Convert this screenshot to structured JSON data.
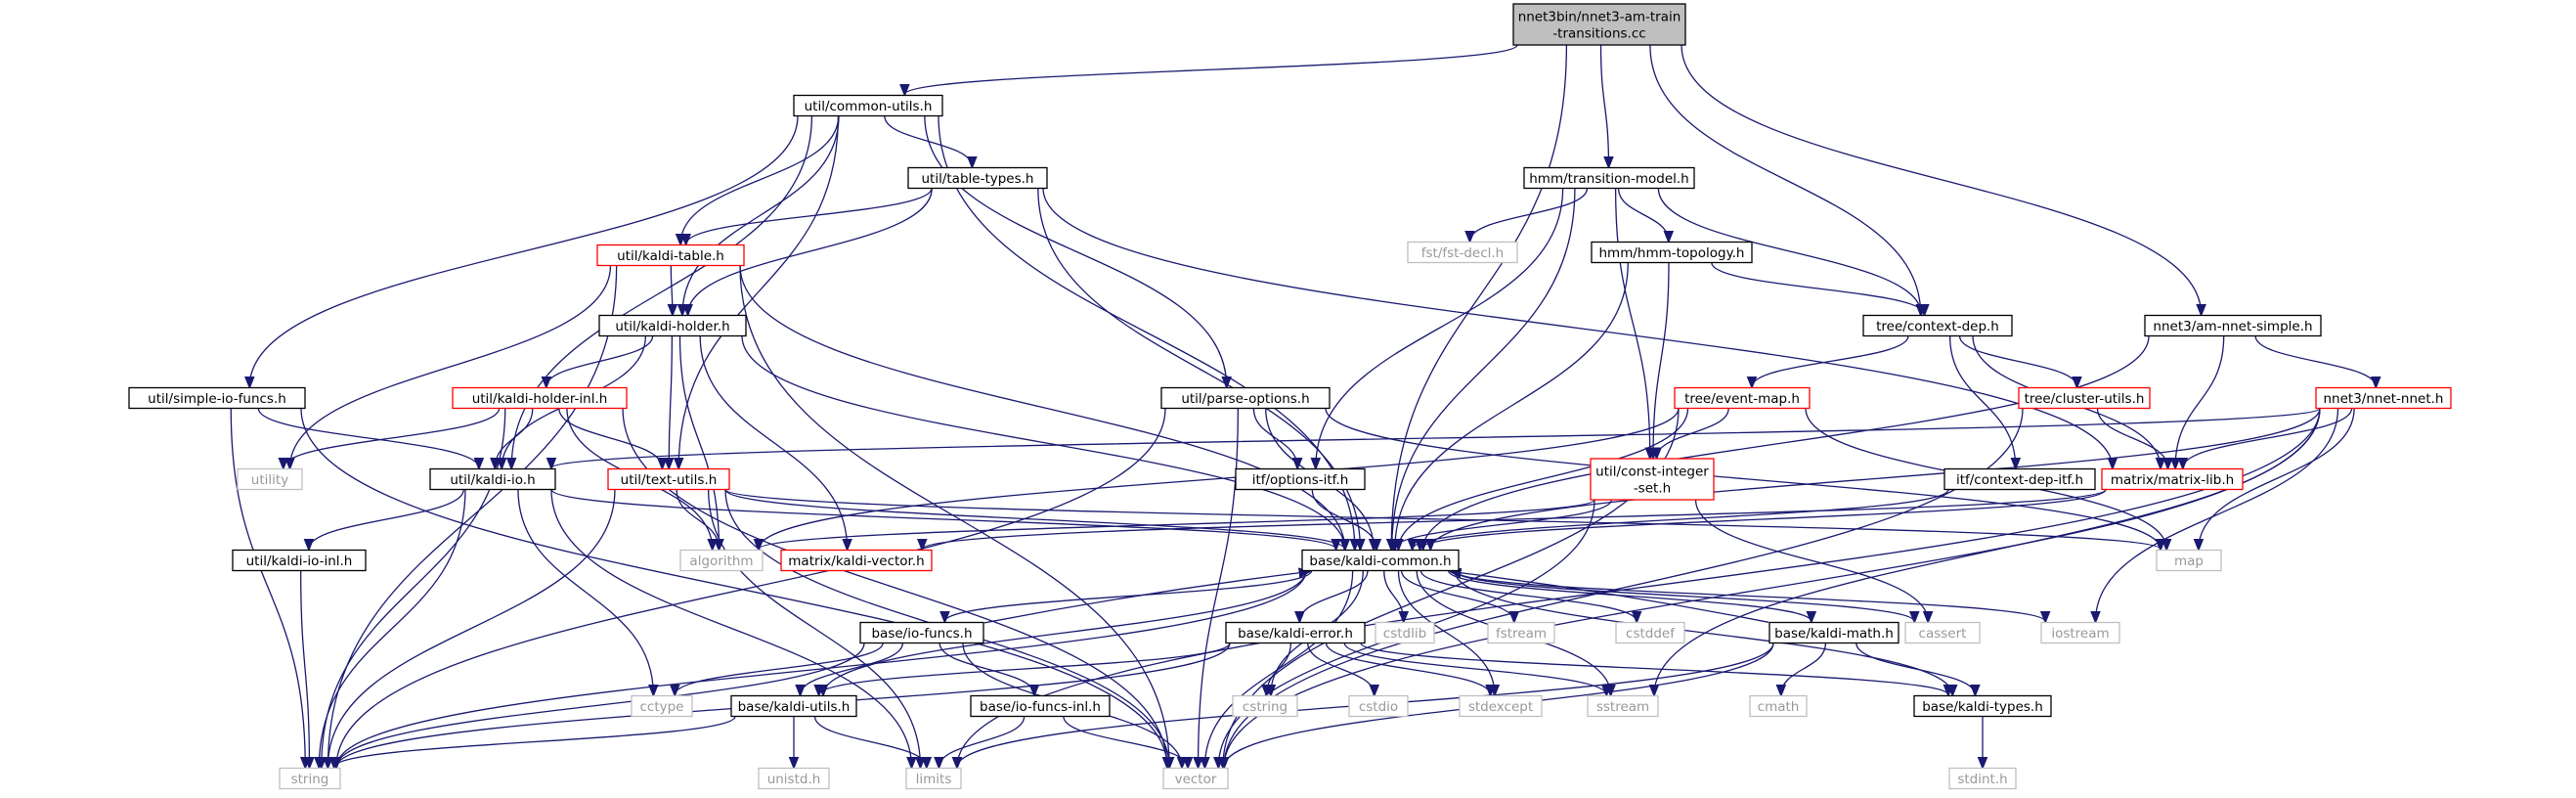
{
  "colors": {
    "edge": "#191970",
    "root_fill": "#bfbfbf",
    "border_black": "#000000",
    "border_red": "#ff0000",
    "border_gray": "#bfbfbf",
    "text_dark": "#000000",
    "text_gray": "#999999"
  },
  "nodes": [
    {
      "id": "root",
      "lines": [
        "nnet3bin/nnet3-am-train",
        "-transitions.cc"
      ],
      "style": "root"
    },
    {
      "id": "common_utils",
      "lines": [
        "util/common-utils.h"
      ],
      "style": "black"
    },
    {
      "id": "transition_model",
      "lines": [
        "hmm/transition-model.h"
      ],
      "style": "black"
    },
    {
      "id": "table_types",
      "lines": [
        "util/table-types.h"
      ],
      "style": "black"
    },
    {
      "id": "kaldi_table",
      "lines": [
        "util/kaldi-table.h"
      ],
      "style": "red"
    },
    {
      "id": "kaldi_holder",
      "lines": [
        "util/kaldi-holder.h"
      ],
      "style": "black"
    },
    {
      "id": "hmm_topology",
      "lines": [
        "hmm/hmm-topology.h"
      ],
      "style": "black"
    },
    {
      "id": "fst_decl",
      "lines": [
        "fst/fst-decl.h"
      ],
      "style": "gray"
    },
    {
      "id": "context_dep",
      "lines": [
        "tree/context-dep.h"
      ],
      "style": "black"
    },
    {
      "id": "am_nnet_simple",
      "lines": [
        "nnet3/am-nnet-simple.h"
      ],
      "style": "black"
    },
    {
      "id": "simple_io_funcs",
      "lines": [
        "util/simple-io-funcs.h"
      ],
      "style": "black"
    },
    {
      "id": "kaldi_holder_inl",
      "lines": [
        "util/kaldi-holder-inl.h"
      ],
      "style": "red"
    },
    {
      "id": "parse_options",
      "lines": [
        "util/parse-options.h"
      ],
      "style": "black"
    },
    {
      "id": "event_map",
      "lines": [
        "tree/event-map.h"
      ],
      "style": "red"
    },
    {
      "id": "cluster_utils",
      "lines": [
        "tree/cluster-utils.h"
      ],
      "style": "red"
    },
    {
      "id": "nnet_nnet",
      "lines": [
        "nnet3/nnet-nnet.h"
      ],
      "style": "red"
    },
    {
      "id": "utility",
      "lines": [
        "utility"
      ],
      "style": "gray"
    },
    {
      "id": "kaldi_io",
      "lines": [
        "util/kaldi-io.h"
      ],
      "style": "black"
    },
    {
      "id": "text_utils",
      "lines": [
        "util/text-utils.h"
      ],
      "style": "red"
    },
    {
      "id": "options_itf",
      "lines": [
        "itf/options-itf.h"
      ],
      "style": "black"
    },
    {
      "id": "const_integer_set",
      "lines": [
        "util/const-integer",
        "-set.h"
      ],
      "style": "red"
    },
    {
      "id": "context_dep_itf",
      "lines": [
        "itf/context-dep-itf.h"
      ],
      "style": "black"
    },
    {
      "id": "matrix_lib",
      "lines": [
        "matrix/matrix-lib.h"
      ],
      "style": "red"
    },
    {
      "id": "kaldi_io_inl",
      "lines": [
        "util/kaldi-io-inl.h"
      ],
      "style": "black"
    },
    {
      "id": "algorithm",
      "lines": [
        "algorithm"
      ],
      "style": "gray"
    },
    {
      "id": "kaldi_vector",
      "lines": [
        "matrix/kaldi-vector.h"
      ],
      "style": "red"
    },
    {
      "id": "kaldi_common",
      "lines": [
        "base/kaldi-common.h"
      ],
      "style": "black"
    },
    {
      "id": "map",
      "lines": [
        "map"
      ],
      "style": "gray"
    },
    {
      "id": "io_funcs",
      "lines": [
        "base/io-funcs.h"
      ],
      "style": "black"
    },
    {
      "id": "kaldi_error",
      "lines": [
        "base/kaldi-error.h"
      ],
      "style": "black"
    },
    {
      "id": "cstdlib",
      "lines": [
        "cstdlib"
      ],
      "style": "gray"
    },
    {
      "id": "fstream",
      "lines": [
        "fstream"
      ],
      "style": "gray"
    },
    {
      "id": "cstddef",
      "lines": [
        "cstddef"
      ],
      "style": "gray"
    },
    {
      "id": "kaldi_math",
      "lines": [
        "base/kaldi-math.h"
      ],
      "style": "black"
    },
    {
      "id": "cassert",
      "lines": [
        "cassert"
      ],
      "style": "gray"
    },
    {
      "id": "iostream",
      "lines": [
        "iostream"
      ],
      "style": "gray"
    },
    {
      "id": "cctype",
      "lines": [
        "cctype"
      ],
      "style": "gray"
    },
    {
      "id": "kaldi_utils",
      "lines": [
        "base/kaldi-utils.h"
      ],
      "style": "black"
    },
    {
      "id": "io_funcs_inl",
      "lines": [
        "base/io-funcs-inl.h"
      ],
      "style": "black"
    },
    {
      "id": "cstring",
      "lines": [
        "cstring"
      ],
      "style": "gray"
    },
    {
      "id": "cstdio",
      "lines": [
        "cstdio"
      ],
      "style": "gray"
    },
    {
      "id": "stdexcept",
      "lines": [
        "stdexcept"
      ],
      "style": "gray"
    },
    {
      "id": "sstream",
      "lines": [
        "sstream"
      ],
      "style": "gray"
    },
    {
      "id": "cmath",
      "lines": [
        "cmath"
      ],
      "style": "gray"
    },
    {
      "id": "kaldi_types",
      "lines": [
        "base/kaldi-types.h"
      ],
      "style": "black"
    },
    {
      "id": "string",
      "lines": [
        "string"
      ],
      "style": "gray"
    },
    {
      "id": "unistd",
      "lines": [
        "unistd.h"
      ],
      "style": "gray"
    },
    {
      "id": "limits",
      "lines": [
        "limits"
      ],
      "style": "gray"
    },
    {
      "id": "vector",
      "lines": [
        "vector"
      ],
      "style": "gray"
    },
    {
      "id": "stdint",
      "lines": [
        "stdint.h"
      ],
      "style": "gray"
    }
  ],
  "edges": [
    [
      "root",
      "common_utils"
    ],
    [
      "root",
      "transition_model"
    ],
    [
      "root",
      "kaldi_common"
    ],
    [
      "root",
      "context_dep"
    ],
    [
      "root",
      "am_nnet_simple"
    ],
    [
      "common_utils",
      "table_types"
    ],
    [
      "common_utils",
      "kaldi_table"
    ],
    [
      "common_utils",
      "kaldi_holder"
    ],
    [
      "common_utils",
      "simple_io_funcs"
    ],
    [
      "common_utils",
      "parse_options"
    ],
    [
      "common_utils",
      "kaldi_io"
    ],
    [
      "common_utils",
      "text_utils"
    ],
    [
      "common_utils",
      "kaldi_common"
    ],
    [
      "table_types",
      "kaldi_table"
    ],
    [
      "table_types",
      "kaldi_holder"
    ],
    [
      "table_types",
      "matrix_lib"
    ],
    [
      "table_types",
      "kaldi_common"
    ],
    [
      "kaldi_table",
      "kaldi_holder"
    ],
    [
      "kaldi_table",
      "utility"
    ],
    [
      "kaldi_table",
      "string"
    ],
    [
      "kaldi_table",
      "vector"
    ],
    [
      "kaldi_table",
      "kaldi_common"
    ],
    [
      "kaldi_holder",
      "kaldi_holder_inl"
    ],
    [
      "kaldi_holder",
      "kaldi_io"
    ],
    [
      "kaldi_holder",
      "text_utils"
    ],
    [
      "kaldi_holder",
      "kaldi_vector"
    ],
    [
      "kaldi_holder",
      "algorithm"
    ],
    [
      "kaldi_holder",
      "kaldi_common"
    ],
    [
      "kaldi_holder_inl",
      "utility"
    ],
    [
      "kaldi_holder_inl",
      "kaldi_io"
    ],
    [
      "kaldi_holder_inl",
      "text_utils"
    ],
    [
      "kaldi_holder_inl",
      "algorithm"
    ],
    [
      "kaldi_holder_inl",
      "string"
    ],
    [
      "kaldi_holder_inl",
      "vector"
    ],
    [
      "simple_io_funcs",
      "kaldi_io"
    ],
    [
      "simple_io_funcs",
      "string"
    ],
    [
      "simple_io_funcs",
      "vector"
    ],
    [
      "kaldi_io",
      "kaldi_io_inl"
    ],
    [
      "kaldi_io",
      "kaldi_common"
    ],
    [
      "kaldi_io",
      "cctype"
    ],
    [
      "kaldi_io",
      "string"
    ],
    [
      "kaldi_io",
      "limits"
    ],
    [
      "kaldi_io_inl",
      "string"
    ],
    [
      "text_utils",
      "algorithm"
    ],
    [
      "text_utils",
      "map"
    ],
    [
      "text_utils",
      "kaldi_common"
    ],
    [
      "text_utils",
      "string"
    ],
    [
      "text_utils",
      "limits"
    ],
    [
      "text_utils",
      "vector"
    ],
    [
      "parse_options",
      "options_itf"
    ],
    [
      "parse_options",
      "kaldi_common"
    ],
    [
      "parse_options",
      "map"
    ],
    [
      "parse_options",
      "string"
    ],
    [
      "parse_options",
      "vector"
    ],
    [
      "options_itf",
      "kaldi_common"
    ],
    [
      "transition_model",
      "hmm_topology"
    ],
    [
      "transition_model",
      "fst_decl"
    ],
    [
      "transition_model",
      "context_dep"
    ],
    [
      "transition_model",
      "const_integer_set"
    ],
    [
      "transition_model",
      "options_itf"
    ],
    [
      "transition_model",
      "kaldi_common"
    ],
    [
      "hmm_topology",
      "context_dep"
    ],
    [
      "hmm_topology",
      "const_integer_set"
    ],
    [
      "hmm_topology",
      "kaldi_common"
    ],
    [
      "context_dep",
      "event_map"
    ],
    [
      "context_dep",
      "cluster_utils"
    ],
    [
      "context_dep",
      "context_dep_itf"
    ],
    [
      "context_dep",
      "matrix_lib"
    ],
    [
      "event_map",
      "const_integer_set"
    ],
    [
      "event_map",
      "kaldi_common"
    ],
    [
      "event_map",
      "algorithm"
    ],
    [
      "event_map",
      "map"
    ],
    [
      "event_map",
      "vector"
    ],
    [
      "const_integer_set",
      "kaldi_common"
    ],
    [
      "const_integer_set",
      "cassert"
    ],
    [
      "const_integer_set",
      "vector"
    ],
    [
      "const_integer_set",
      "algorithm"
    ],
    [
      "context_dep_itf",
      "kaldi_common"
    ],
    [
      "cluster_utils",
      "matrix_lib"
    ],
    [
      "cluster_utils",
      "vector"
    ],
    [
      "am_nnet_simple",
      "nnet_nnet"
    ],
    [
      "am_nnet_simple",
      "matrix_lib"
    ],
    [
      "am_nnet_simple",
      "kaldi_common"
    ],
    [
      "nnet_nnet",
      "matrix_lib"
    ],
    [
      "nnet_nnet",
      "kaldi_common"
    ],
    [
      "nnet_nnet",
      "kaldi_io"
    ],
    [
      "nnet_nnet",
      "map"
    ],
    [
      "nnet_nnet",
      "iostream"
    ],
    [
      "nnet_nnet",
      "sstream"
    ],
    [
      "nnet_nnet",
      "vector"
    ],
    [
      "nnet_nnet",
      "limits"
    ],
    [
      "matrix_lib",
      "kaldi_vector"
    ],
    [
      "matrix_lib",
      "kaldi_common"
    ],
    [
      "kaldi_common",
      "io_funcs"
    ],
    [
      "kaldi_common",
      "kaldi_error"
    ],
    [
      "kaldi_common",
      "cstdlib"
    ],
    [
      "kaldi_common",
      "fstream"
    ],
    [
      "kaldi_common",
      "cstddef"
    ],
    [
      "kaldi_common",
      "kaldi_math"
    ],
    [
      "kaldi_common",
      "cassert"
    ],
    [
      "kaldi_common",
      "iostream"
    ],
    [
      "kaldi_common",
      "string"
    ],
    [
      "kaldi_common",
      "vector"
    ],
    [
      "kaldi_common",
      "cstring"
    ],
    [
      "kaldi_common",
      "stdexcept"
    ],
    [
      "kaldi_common",
      "sstream"
    ],
    [
      "kaldi_common",
      "kaldi_utils"
    ],
    [
      "kaldi_common",
      "kaldi_types"
    ],
    [
      "io_funcs",
      "kaldi_common"
    ],
    [
      "io_funcs",
      "io_funcs_inl"
    ],
    [
      "io_funcs",
      "kaldi_utils"
    ],
    [
      "io_funcs",
      "cctype"
    ],
    [
      "io_funcs",
      "string"
    ],
    [
      "io_funcs",
      "vector"
    ],
    [
      "io_funcs_inl",
      "limits"
    ],
    [
      "io_funcs_inl",
      "vector"
    ],
    [
      "kaldi_error",
      "kaldi_utils"
    ],
    [
      "kaldi_error",
      "cstring"
    ],
    [
      "kaldi_error",
      "cstdio"
    ],
    [
      "kaldi_error",
      "stdexcept"
    ],
    [
      "kaldi_error",
      "sstream"
    ],
    [
      "kaldi_error",
      "kaldi_types"
    ],
    [
      "kaldi_error",
      "string"
    ],
    [
      "kaldi_utils",
      "string"
    ],
    [
      "kaldi_utils",
      "unistd"
    ],
    [
      "kaldi_utils",
      "limits"
    ],
    [
      "kaldi_math",
      "kaldi_common"
    ],
    [
      "kaldi_math",
      "kaldi_types"
    ],
    [
      "kaldi_math",
      "cmath"
    ],
    [
      "kaldi_math",
      "limits"
    ],
    [
      "kaldi_math",
      "vector"
    ],
    [
      "kaldi_types",
      "stdint"
    ]
  ]
}
